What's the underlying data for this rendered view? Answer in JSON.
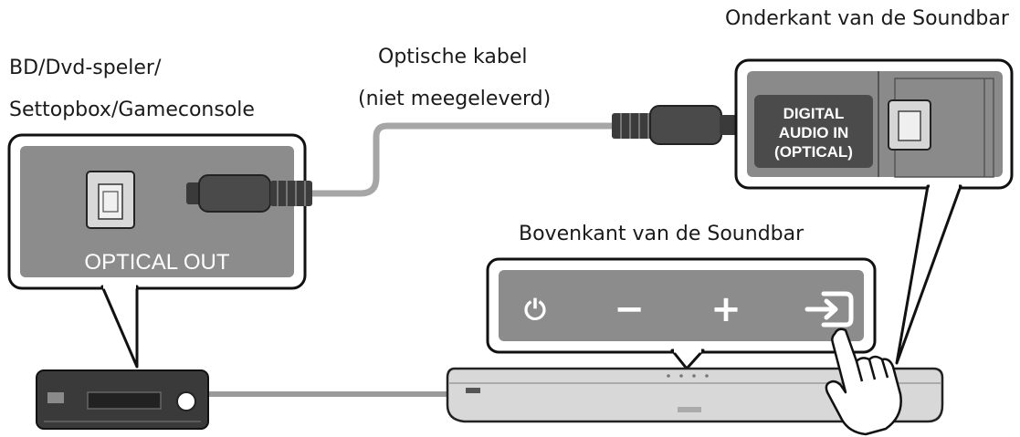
{
  "labels": {
    "source_device_line1": "BD/Dvd-speler/",
    "source_device_line2": "Settopbox/Gameconsole",
    "cable_line1": "Optische kabel",
    "cable_line2": "(niet meegeleverd)",
    "soundbar_bottom": "Onderkant van de Soundbar",
    "soundbar_top": "Bovenkant van de Soundbar"
  },
  "ports": {
    "source_port_label": "OPTICAL OUT",
    "soundbar_port_line1": "DIGITAL",
    "soundbar_port_line2": "AUDIO IN",
    "soundbar_port_line3": "(OPTICAL)"
  },
  "soundbar_buttons": [
    {
      "name": "power",
      "icon": "power-icon",
      "glyph": "⏻"
    },
    {
      "name": "volume-down",
      "icon": "minus-icon",
      "glyph": "−"
    },
    {
      "name": "volume-up",
      "icon": "plus-icon",
      "glyph": "+"
    },
    {
      "name": "source",
      "icon": "source-input-icon",
      "glyph": "⇥"
    }
  ],
  "colors": {
    "panel_gray": "#8c8c8c",
    "dark_device": "#3a3a3a",
    "cable_gray": "#9a9a9a",
    "soundbar_light": "#dcdcdc"
  }
}
